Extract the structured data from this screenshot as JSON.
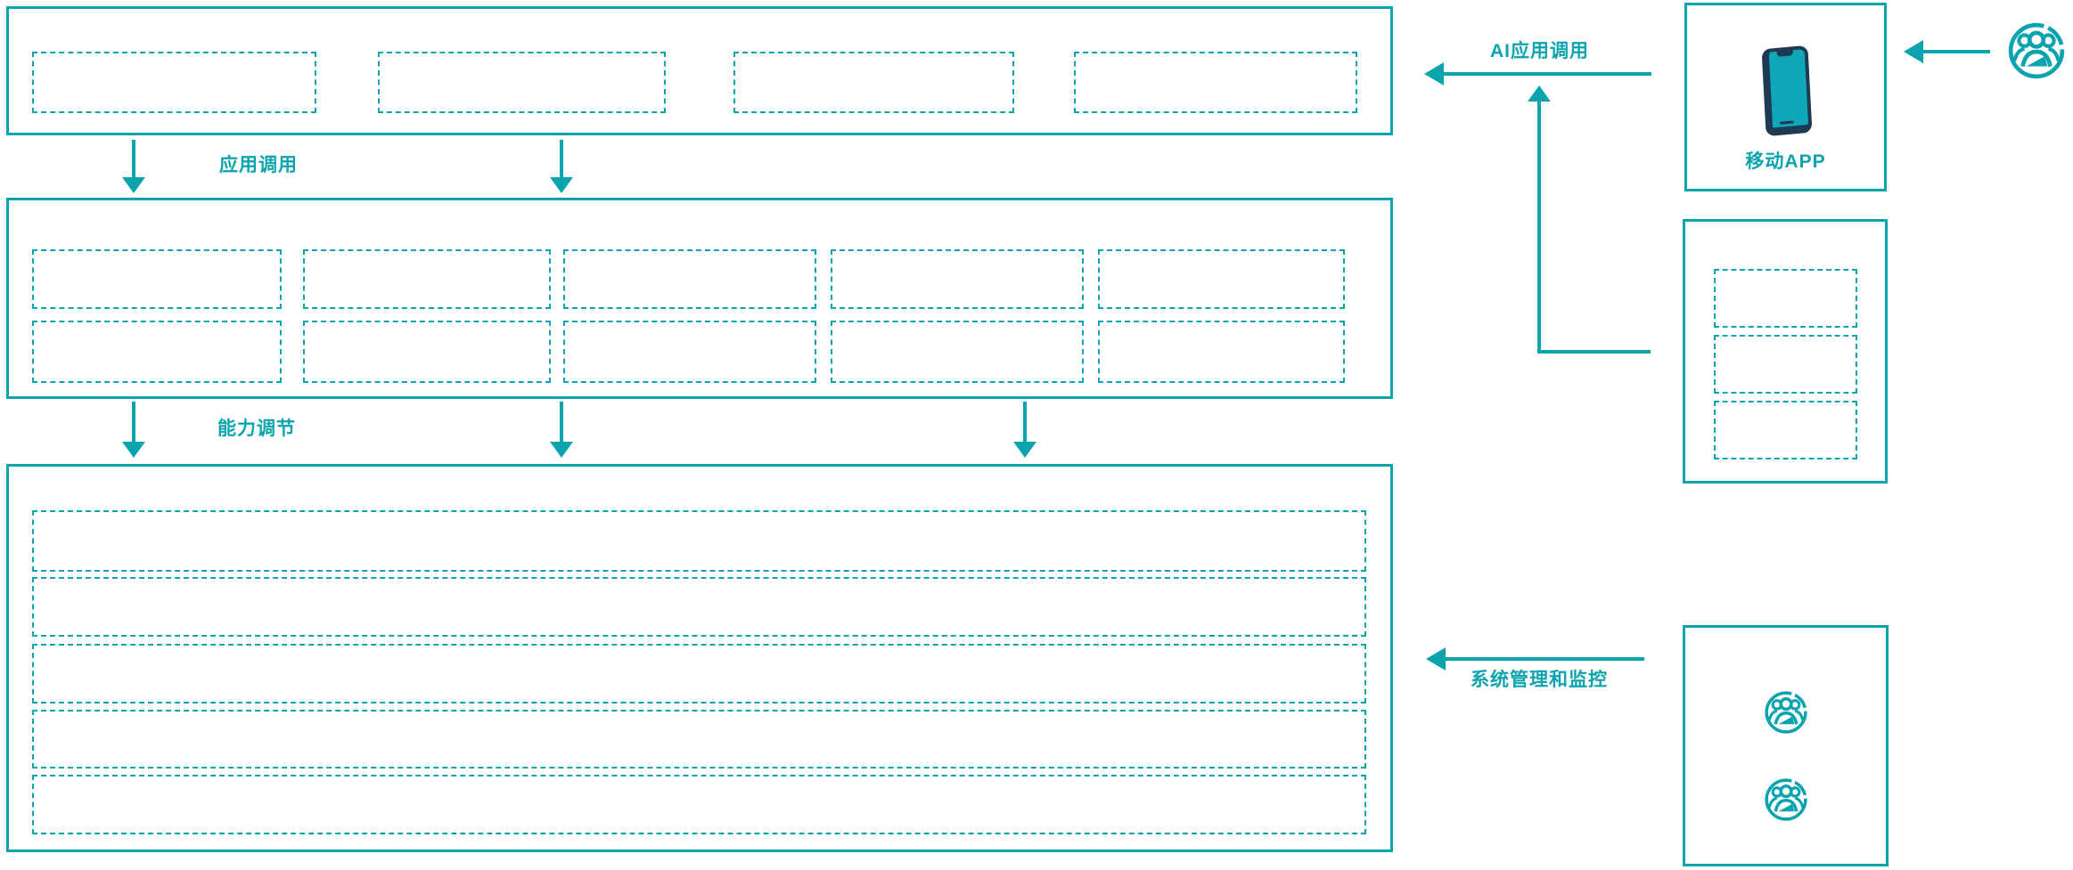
{
  "colors": {
    "accent": "#0BA3AD",
    "phone_dark": "#1F3A53",
    "background": "#FFFFFF"
  },
  "labels": {
    "app_call": "应用调用",
    "capability_adjust": "能力调节",
    "ai_app_call": "AI应用调用",
    "system_management": "系统管理和监控",
    "mobile_app": "移动APP"
  },
  "structure": {
    "top_container_slots": 4,
    "middle_container_rows": 2,
    "middle_container_cols": 5,
    "bottom_container_rows": 5,
    "right_module_box_slots": 3,
    "admin_box_user_icons": 2
  },
  "icons": {
    "smartphone": "smartphone-icon",
    "user_group": "users-group-icon"
  }
}
